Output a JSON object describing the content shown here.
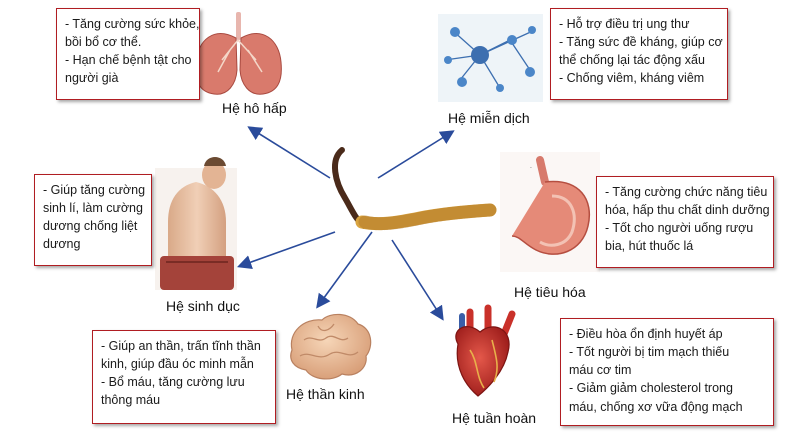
{
  "systems": {
    "respiratory": {
      "label": "Hệ hô hấp",
      "lines": [
        "- Tăng cường sức khỏe,",
        "bồi bổ cơ thể.",
        "- Hạn chế bệnh tật cho",
        "người già"
      ]
    },
    "immune": {
      "label": "Hệ miễn dịch",
      "lines": [
        "- Hỗ trợ điều trị ung thư",
        "- Tăng sức đề kháng, giúp cơ",
        "thể chống lại tác động xấu",
        "- Chống viêm, kháng viêm"
      ]
    },
    "reproductive": {
      "label": "Hệ sinh dục",
      "lines": [
        "- Giúp tăng cường",
        "sinh lí, làm cường",
        "dương chống liệt",
        "dương"
      ]
    },
    "digestive": {
      "label": "Hệ tiêu hóa",
      "lines": [
        "- Tăng cường chức năng tiêu",
        "hóa, hấp thu chất dinh dưỡng",
        "- Tốt cho người uống rượu",
        "bia, hút thuốc lá"
      ]
    },
    "nervous": {
      "label": "Hệ thần kinh",
      "lines": [
        "- Giúp an thần, trấn tĩnh thần",
        "kinh, giúp đầu óc minh mẫn",
        "- Bổ máu, tăng cường lưu",
        "thông máu"
      ]
    },
    "circulatory": {
      "label": "Hệ tuần hoàn",
      "lines": [
        "- Điều hòa ổn định huyết áp",
        "- Tốt người bị tim mạch thiếu",
        "máu cơ tim",
        "- Giảm giảm cholesterol trong",
        "máu, chống xơ vữa động mạch"
      ]
    }
  },
  "colors": {
    "box_border": "#b01d22",
    "arrow": "#2a4b9b"
  },
  "icons": [
    "lungs-icon",
    "immune-cells-icon",
    "torso-icon",
    "stomach-icon",
    "brain-icon",
    "heart-icon",
    "cordyceps-icon"
  ]
}
